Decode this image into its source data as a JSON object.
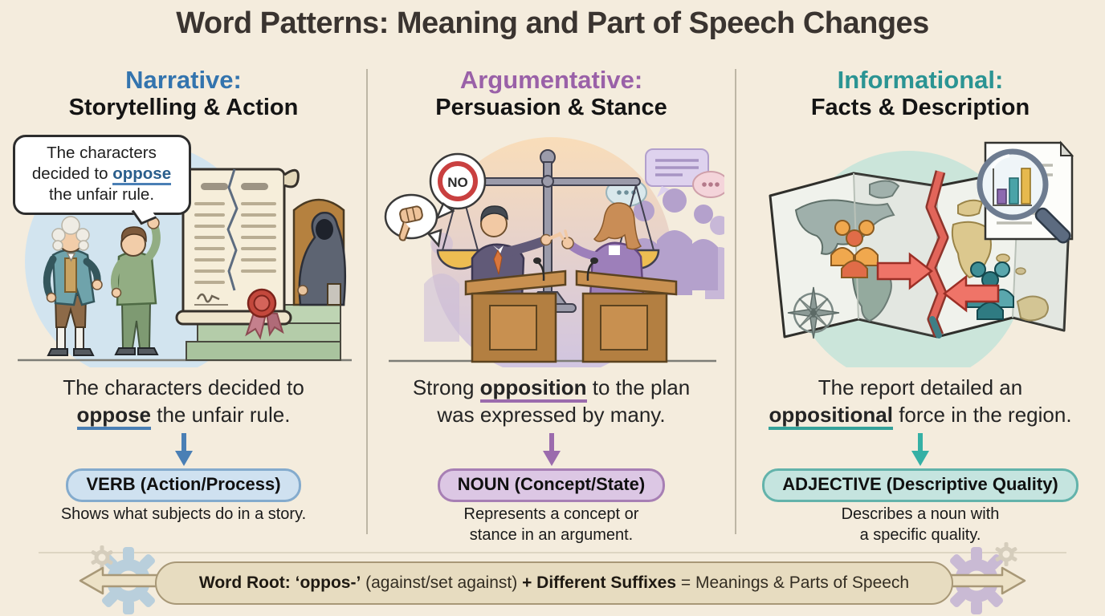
{
  "page": {
    "title": "Word Patterns: Meaning and Part of Speech Changes",
    "background": "#f4ecdd",
    "title_color": "#3a3430"
  },
  "columns": [
    {
      "heading": "Narrative:",
      "subheading": "Storytelling & Action",
      "accent": "#3374ae",
      "underline_color": "#4a7fb5",
      "bubble": {
        "l1": "The characters",
        "l2_pre": "decided to ",
        "l2_kw": "oppose",
        "l3": "the unfair rule."
      },
      "sentence": {
        "l1_pre": "The characters decided to",
        "l1_kw": "",
        "l1_post": "",
        "l2_pre": "",
        "l2_kw": "oppose",
        "l2_post": " the unfair rule."
      },
      "pos_label": "VERB (Action/Process)",
      "pill_bg": "#cfe1f0",
      "pill_border": "#84abcd",
      "desc_l1": "Shows what subjects do in a story.",
      "desc_l2": ""
    },
    {
      "heading": "Argumentative:",
      "subheading": "Persuasion & Stance",
      "accent": "#9a61a8",
      "underline_color": "#9b6bad",
      "labels": {
        "no": "NO"
      },
      "sentence": {
        "l1_pre": "Strong ",
        "l1_kw": "opposition",
        "l1_post": " to the plan",
        "l2_pre": "was expressed by many.",
        "l2_kw": "",
        "l2_post": ""
      },
      "pos_label": "NOUN (Concept/State)",
      "pill_bg": "#dcc7e4",
      "pill_border": "#a77fb4",
      "desc_l1": "Represents a concept or",
      "desc_l2": "stance in an argument."
    },
    {
      "heading": "Informational:",
      "subheading": "Facts & Description",
      "accent": "#2b9493",
      "underline_color": "#35a29a",
      "sentence": {
        "l1_pre": "The report detailed an",
        "l1_kw": "",
        "l1_post": "",
        "l2_pre": "",
        "l2_kw": "oppositional",
        "l2_post": " force in the region."
      },
      "pos_label": "ADJECTIVE (Descriptive Quality)",
      "pill_bg": "#c5e4df",
      "pill_border": "#63b3ab",
      "desc_l1": "Describes a noun with",
      "desc_l2": "a specific quality."
    }
  ],
  "footer": {
    "part1": "Word Root: ‘oppos-’",
    "part2": " (against/set against) ",
    "part3": "+ Different Suffixes",
    "part4": " = Meanings & Parts of Speech"
  }
}
